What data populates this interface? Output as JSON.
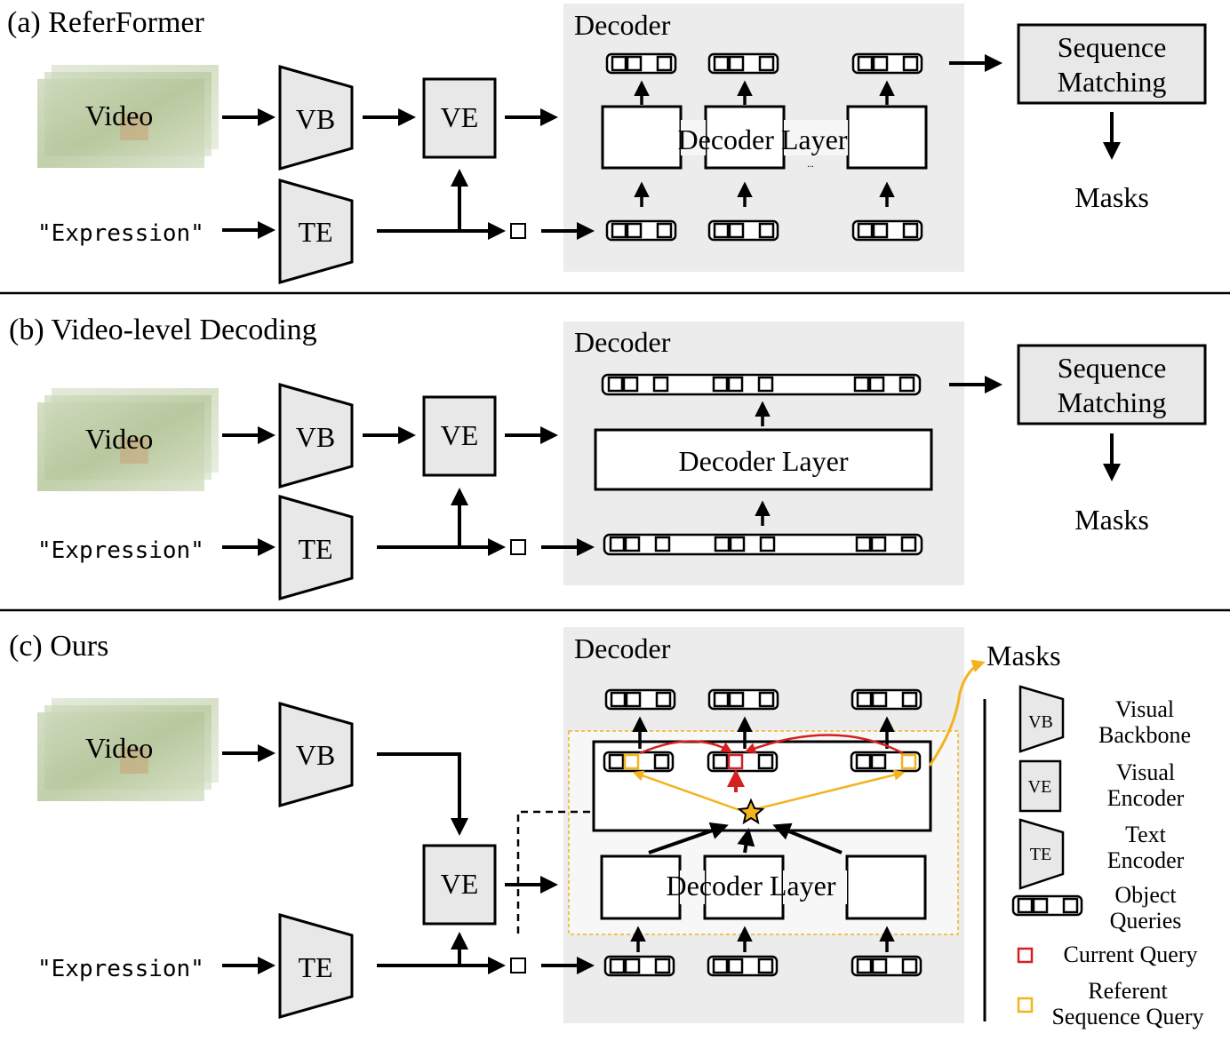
{
  "panels": [
    {
      "title": "(a) ReferFormer"
    },
    {
      "title": "(b) Video-level Decoding"
    },
    {
      "title": "(c) Ours"
    }
  ],
  "labels": {
    "video": "Video",
    "expression": "\"Expression\"",
    "vb": "VB",
    "ve": "VE",
    "te": "TE",
    "decoder": "Decoder",
    "decoder_layer": "Decoder Layer",
    "sequence_matching_line1": "Sequence",
    "sequence_matching_line2": "Matching",
    "masks": "Masks",
    "dots": "...",
    "ellipsis": "..."
  },
  "legend": {
    "vb_icon": "VB",
    "vb_line1": "Visual",
    "vb_line2": "Backbone",
    "ve_icon": "VE",
    "ve_line1": "Visual",
    "ve_line2": "Encoder",
    "te_icon": "TE",
    "te_line1": "Text",
    "te_line2": "Encoder",
    "oq_line1": "Object",
    "oq_line2": "Queries",
    "current": "Current Query",
    "ref_line1": "Referent",
    "ref_line2": "Sequence Query"
  },
  "colors": {
    "decoder_bg": "#ececec",
    "module_fill": "#e8e8e8",
    "current_query": "#d42020",
    "referent_query": "#f2b31c",
    "video_tint": "#b9c9a0"
  }
}
